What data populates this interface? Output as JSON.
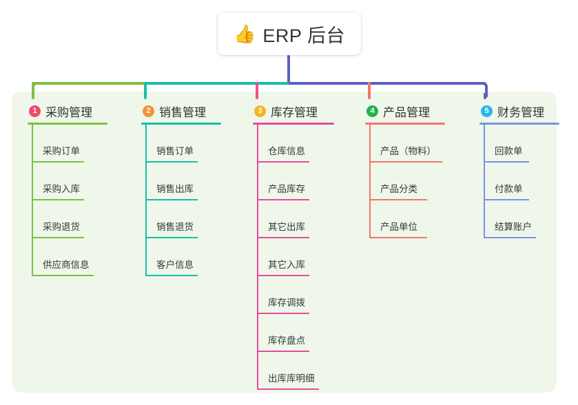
{
  "title": {
    "icon": "thumbs-up-icon",
    "emoji": "👍",
    "text": "ERP 后台"
  },
  "theme": {
    "page_background": "#ffffff",
    "panel_background": "#eef7e9",
    "card_background": "#ffffff",
    "title_text_color": "#2f3436",
    "item_text_color": "#333a3c",
    "trunk_color": "#5b5fc7"
  },
  "connector": {
    "segments": [
      {
        "name": "green-segment",
        "color": "#7cc043"
      },
      {
        "name": "teal-segment",
        "color": "#13c0a5"
      },
      {
        "name": "blue-segment",
        "color": "#5b5fc7"
      }
    ]
  },
  "columns": [
    {
      "index": "1",
      "badge_number": "1",
      "badge_color": "#f2496a",
      "line_color": "#7cc043",
      "stub_color": "#7cc043",
      "title": "采购管理",
      "title_rule_width": 116,
      "items": [
        {
          "label": "采购订单",
          "rule_width": 76
        },
        {
          "label": "采购入库",
          "rule_width": 76
        },
        {
          "label": "采购退货",
          "rule_width": 76
        },
        {
          "label": "供应商信息",
          "rule_width": 90
        }
      ]
    },
    {
      "index": "2",
      "badge_number": "2",
      "badge_color": "#f29339",
      "line_color": "#13c0a5",
      "stub_color": "#13c0a5",
      "title": "销售管理",
      "title_rule_width": 116,
      "items": [
        {
          "label": "销售订单",
          "rule_width": 76
        },
        {
          "label": "销售出库",
          "rule_width": 76
        },
        {
          "label": "销售退货",
          "rule_width": 76
        },
        {
          "label": "客户信息",
          "rule_width": 76
        }
      ]
    },
    {
      "index": "3",
      "badge_number": "3",
      "badge_color": "#f5b425",
      "line_color": "#e84a9b",
      "stub_color": "#ef4f8f",
      "title": "库存管理",
      "title_rule_width": 118,
      "items": [
        {
          "label": "仓库信息",
          "rule_width": 76
        },
        {
          "label": "产品库存",
          "rule_width": 76
        },
        {
          "label": "其它出库",
          "rule_width": 76
        },
        {
          "label": "其它入库",
          "rule_width": 76
        },
        {
          "label": "库存调拨",
          "rule_width": 76
        },
        {
          "label": "库存盘点",
          "rule_width": 76
        },
        {
          "label": "出库库明细",
          "rule_width": 90
        }
      ]
    },
    {
      "index": "4",
      "badge_number": "4",
      "badge_color": "#22b24c",
      "line_color": "#f4736f",
      "stub_color": "#f4736f",
      "title": "产品管理",
      "title_rule_width": 116,
      "items": [
        {
          "label": "产品（物料）",
          "rule_width": 106
        },
        {
          "label": "产品分类",
          "rule_width": 84
        },
        {
          "label": "产品单位",
          "rule_width": 84
        }
      ]
    },
    {
      "index": "5",
      "badge_number": "5",
      "badge_color": "#29b6f0",
      "line_color": "#7b93e0",
      "stub_color": "#5b5fc7",
      "title": "财务管理",
      "title_rule_width": 116,
      "items": [
        {
          "label": "回款单",
          "rule_width": 66
        },
        {
          "label": "付款单",
          "rule_width": 66
        },
        {
          "label": "结算账户",
          "rule_width": 76
        }
      ]
    }
  ]
}
